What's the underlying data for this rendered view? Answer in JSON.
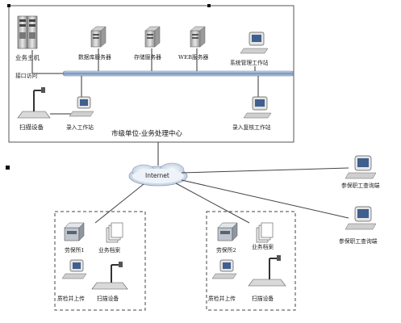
{
  "center": {
    "title": "市级单位-业务处理中心",
    "host": "业务主机",
    "db_server": "数据库服务器",
    "storage_server": "存储服务器",
    "web_server": "WEB服务器",
    "admin_ws": "系统管理工作站",
    "interface": "接口访问",
    "scanner": "扫描设备",
    "entry_ws": "录入工作站",
    "review_ws": "录入复核工作站"
  },
  "internet": "Internet",
  "query1": "参保职工查询端",
  "query2": "参保职工查询端",
  "office1": {
    "name": "劳保所1",
    "archive": "业务档案",
    "upload": "质检并上传",
    "scanner": "扫描设备"
  },
  "office2": {
    "name": "劳保所2",
    "archive": "业务档案",
    "upload": "质检并上传",
    "scanner": "扫描设备"
  }
}
